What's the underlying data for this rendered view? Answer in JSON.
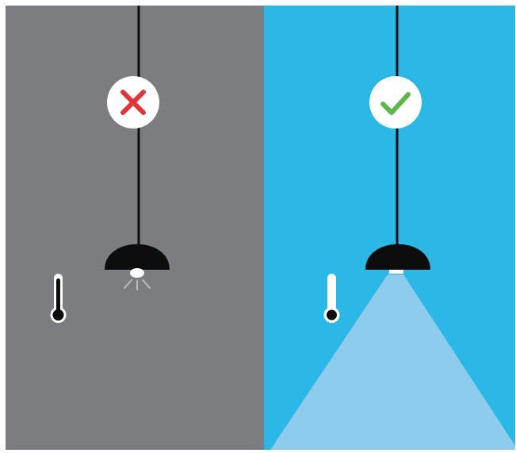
{
  "colors": {
    "left_background": "#7b7d80",
    "right_background": "#2bb8e6",
    "light_beam": "#8dccec",
    "lamp_black": "#0d0d0d",
    "bulb_white": "#ffffff",
    "wrong_mark_red": "#e2343b",
    "right_mark_green": "#5cb848",
    "badge_white": "#ffffff"
  },
  "panels": [
    {
      "id": "incorrect",
      "badge_icon": "cross-icon",
      "lamp_icon": "pendant-lamp-icon",
      "thermometer_icon": "thermometer-icon",
      "thermometer_level": "high",
      "light_spread": "dim-glow"
    },
    {
      "id": "correct",
      "badge_icon": "check-icon",
      "lamp_icon": "pendant-lamp-icon",
      "thermometer_icon": "thermometer-icon",
      "thermometer_level": "low",
      "light_spread": "wide-beam"
    }
  ]
}
